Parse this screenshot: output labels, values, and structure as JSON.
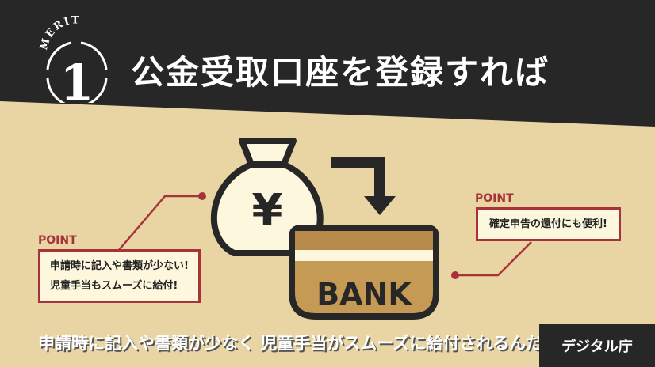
{
  "badge": {
    "label": "MERIT",
    "number": "1"
  },
  "title": "公金受取口座を登録すれば",
  "left_point": {
    "label": "POINT",
    "lines": [
      "申請時に記入や書類が少ない!",
      "児童手当もスムーズに給付!"
    ]
  },
  "right_point": {
    "label": "POINT",
    "text": "確定申告の還付にも便利!"
  },
  "illustration": {
    "bag_symbol": "¥",
    "box_text": "BANK"
  },
  "caption": "申請時に記入や書類が少なく 児童手当がスムーズに給付されるんだ",
  "agency": "デジタル庁",
  "colors": {
    "dark": "#272727",
    "beige": "#e8d5a3",
    "red": "#a8323a",
    "gold": "#c49a55",
    "cream": "#fdf8dd"
  }
}
